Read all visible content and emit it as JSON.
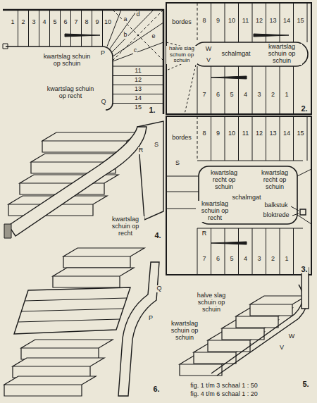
{
  "diagram": {
    "labels": [
      "1",
      "2",
      "3",
      "4",
      "5",
      "6",
      "7",
      "8",
      "9",
      "10",
      "a",
      "d",
      "b",
      "c",
      "e",
      "P",
      "Q",
      "kwartslag schuin op schuin",
      "kwartslag schuin op recht",
      "11",
      "12",
      "13",
      "14",
      "15",
      "1.",
      "bordes",
      "8",
      "9",
      "10",
      "11",
      "12",
      "13",
      "14",
      "15",
      "kwartslag schuin op schuin",
      "halve slag schuin op schuin",
      "W",
      "V",
      "schalmgat",
      "7",
      "6",
      "5",
      "4",
      "3",
      "2",
      "1",
      "2.",
      "bordes",
      "8",
      "9",
      "10",
      "11",
      "12",
      "13",
      "14",
      "15",
      "kwartslag recht op schuin",
      "kwartslag recht op schuin",
      "schalmgat",
      "kwartslag schuin op recht",
      "balkstuk",
      "bloktrede",
      "R",
      "S",
      "7",
      "6",
      "5",
      "4",
      "3",
      "2",
      "1",
      "3.",
      "R",
      "S",
      "kwartslag schuin op recht",
      "4.",
      "Q",
      "P",
      "kwartslag schuin op schuin",
      "6.",
      "halve slag schuin op schuin",
      "W",
      "V",
      "5.",
      "fig. 1 t/m 3 schaal 1 : 50",
      "fig. 4 t/m 6 schaal 1 : 20"
    ]
  }
}
